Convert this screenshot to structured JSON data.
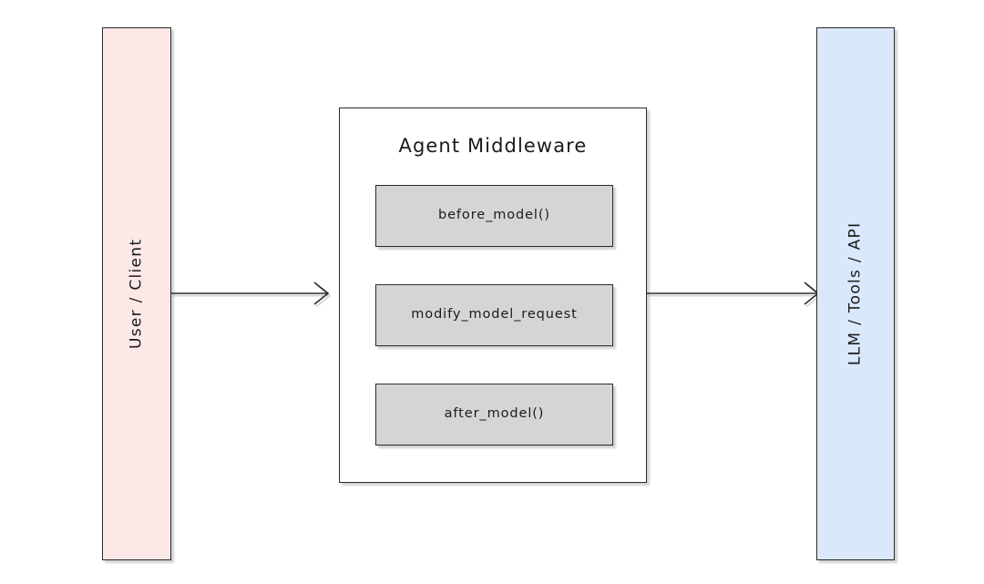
{
  "diagram": {
    "type": "flow-diagram",
    "background_color": "#ffffff",
    "left_lane": {
      "label": "User / Client",
      "fill_color": "#fce8e6",
      "border_color": "#2b2b2b",
      "orientation": "vertical"
    },
    "middleware": {
      "title": "Agent Middleware",
      "fill_color": "#ffffff",
      "border_color": "#2b2b2b",
      "steps": [
        {
          "label": "before_model()",
          "fill_color": "#d5d5d5"
        },
        {
          "label": "modify_model_request",
          "fill_color": "#d5d5d5"
        },
        {
          "label": "after_model()",
          "fill_color": "#d5d5d5"
        }
      ]
    },
    "right_lane": {
      "label": "LLM / Tools / API",
      "fill_color": "#dae8fc",
      "border_color": "#2b2b2b",
      "orientation": "vertical"
    },
    "connectors": [
      {
        "name": "user-to-middleware",
        "from": "User / Client",
        "to": "Agent Middleware",
        "direction": "right",
        "arrowhead": "open",
        "color": "#2b2b2b"
      },
      {
        "name": "middleware-to-llm",
        "from": "Agent Middleware",
        "to": "LLM / Tools / API",
        "direction": "right",
        "arrowhead": "open",
        "color": "#2b2b2b"
      }
    ]
  }
}
